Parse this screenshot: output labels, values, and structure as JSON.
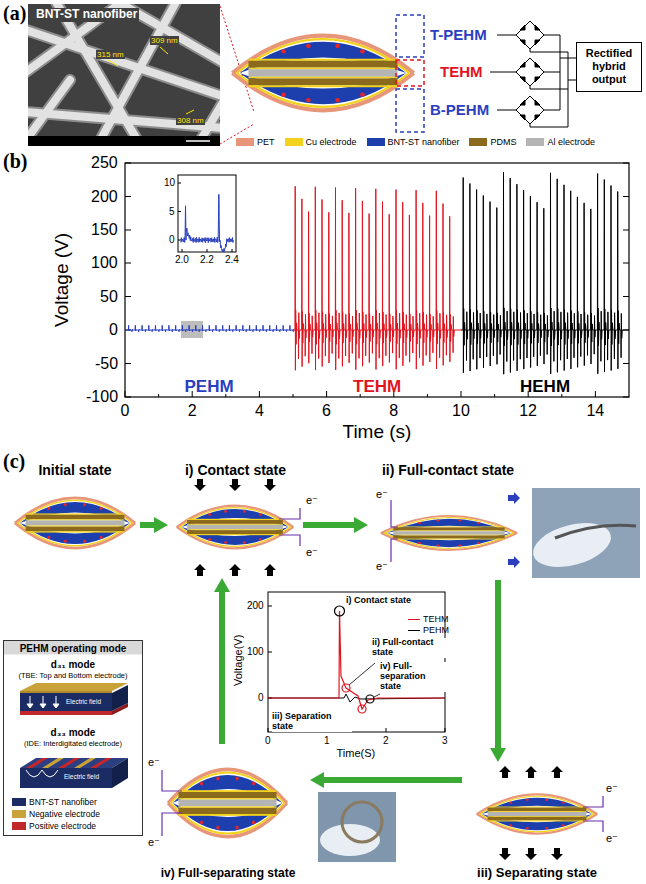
{
  "diagram": {
    "nodes": [
      {
        "text": [
          "Rectified hybrid output"
        ]
      },
      {
        "text": [
          "Initial state"
        ]
      },
      {
        "text": [
          "i) Contact state"
        ]
      },
      {
        "text": [
          "ii) Full-contact state"
        ]
      },
      {
        "text": [
          "iii) Separating state"
        ]
      },
      {
        "text": [
          "iv) Full-separating state"
        ]
      },
      {
        "text": [
          "PEHM operating mode",
          "d₃₁ mode",
          "(TBE: Top and Bottom electrode)",
          "d₃₃ mode",
          "(IDE: Interdigitated electrode)"
        ]
      }
    ],
    "edges": [
      {
        "from": 1,
        "to": 2,
        "arrow": "to"
      },
      {
        "from": 2,
        "to": 3,
        "arrow": "to"
      },
      {
        "from": 3,
        "to": 4,
        "arrow": "to"
      },
      {
        "from": 4,
        "to": 5,
        "arrow": "to"
      },
      {
        "from": 5,
        "to": 2,
        "arrow": "to"
      }
    ],
    "labels": [
      "(a)",
      "BNT-ST nanofiber",
      "315 nm",
      "309 nm",
      "308 nm",
      "T-PEHM",
      "TEHM",
      "B-PEHM",
      "(b)",
      "250",
      "200",
      "150",
      "100",
      "50",
      "0",
      "-50",
      "-100",
      "0",
      "2",
      "4",
      "6",
      "8",
      "10",
      "12",
      "14",
      "Time (s)",
      "Voltage (V)",
      "10",
      "5",
      "0",
      "2.0",
      "2.2",
      "2.4",
      "PEHM",
      "TEHM",
      "HEHM",
      "(c)",
      "e⁻",
      "e⁻",
      "e⁻",
      "e⁻",
      "e⁻",
      "e⁻",
      "e⁻",
      "e⁻",
      "Electric field",
      "Electric field",
      "Voltage(V)",
      "200",
      "100",
      "0",
      "0",
      "1",
      "2",
      "3",
      "Time(S)",
      "i) Contact state",
      "ii) Full-contact state",
      "iv) Full-separation state",
      "iii) Separation state"
    ],
    "legend": [
      {
        "text": "PET",
        "color": "#e8967a"
      },
      {
        "text": "Cu electrode",
        "color": "#f2d21b"
      },
      {
        "text": "BNT-ST nanofiber",
        "color": "#1d3fae"
      },
      {
        "text": "PDMS",
        "color": "#8b6a1e"
      },
      {
        "text": "Al electrode",
        "color": "#b4b4b4"
      },
      {
        "text": "BNT-ST nanofiber",
        "color": "#1b2b63"
      },
      {
        "text": "Negative electrode",
        "color": "#c9a23a"
      },
      {
        "text": "Positive electrode",
        "color": "#c0282c"
      },
      {
        "text": "TEHM"
      },
      {
        "text": "PEHM"
      }
    ]
  }
}
